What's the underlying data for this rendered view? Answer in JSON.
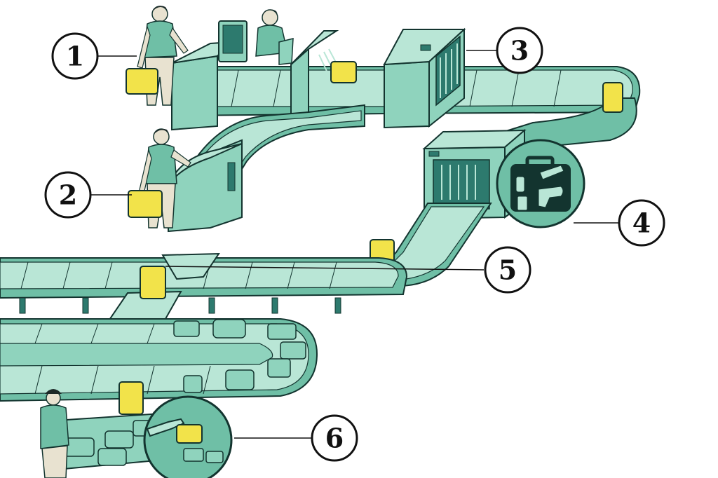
{
  "colors": {
    "belt": "#8fd3bd",
    "belt_light": "#b9e6d6",
    "belt_mid": "#6fbfa6",
    "belt_shadow": "#2d7a6e",
    "outline": "#13342f",
    "bag": "#f2e34a",
    "person_shirt": "#6fbfa6",
    "skin": "#e8e2d0",
    "hair": "#1d2a28",
    "label_stroke": "#111111",
    "label_fill": "#ffffff"
  },
  "steps": [
    {
      "id": "1",
      "label": "1",
      "icon": "check-in-counter-icon"
    },
    {
      "id": "2",
      "label": "2",
      "icon": "baggage-drop-icon"
    },
    {
      "id": "3",
      "label": "3",
      "icon": "scanner-tunnel-icon"
    },
    {
      "id": "4",
      "label": "4",
      "icon": "xray-inspection-icon"
    },
    {
      "id": "5",
      "label": "5",
      "icon": "sorting-conveyor-icon"
    },
    {
      "id": "6",
      "label": "6",
      "icon": "loading-bay-icon"
    }
  ],
  "inset_icons": {
    "xray": [
      "suitcase-icon",
      "bottle-icon",
      "mobile-phone-icon",
      "hairdryer-icon",
      "brush-icon"
    ],
    "loading": [
      "claw-grab-icon",
      "suitcase-icon"
    ]
  }
}
